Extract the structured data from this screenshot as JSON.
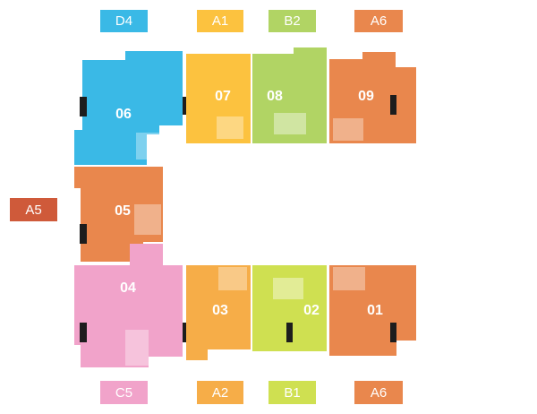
{
  "colors": {
    "blue": "#3ab9e6",
    "yellow": "#fcc23f",
    "green": "#b1d464",
    "orange": "#e9874d",
    "pink": "#f1a3ca",
    "amber": "#f6ad48",
    "lime": "#cfe051",
    "red": "#cf5a3a",
    "door": "#1d1d1d"
  },
  "type_tags": {
    "top": [
      "D4",
      "A1",
      "B2",
      "A6"
    ],
    "left": "A5",
    "bottom": [
      "C5",
      "A2",
      "B1",
      "A6"
    ]
  },
  "units": [
    {
      "id": "06",
      "color": "#3ab9e6"
    },
    {
      "id": "07",
      "color": "#fcc23f"
    },
    {
      "id": "08",
      "color": "#b1d464"
    },
    {
      "id": "09",
      "color": "#e9874d"
    },
    {
      "id": "05",
      "color": "#e9874d"
    },
    {
      "id": "04",
      "color": "#f1a3ca"
    },
    {
      "id": "03",
      "color": "#f6ad48"
    },
    {
      "id": "02",
      "color": "#cfe051"
    },
    {
      "id": "01",
      "color": "#e9874d"
    }
  ]
}
